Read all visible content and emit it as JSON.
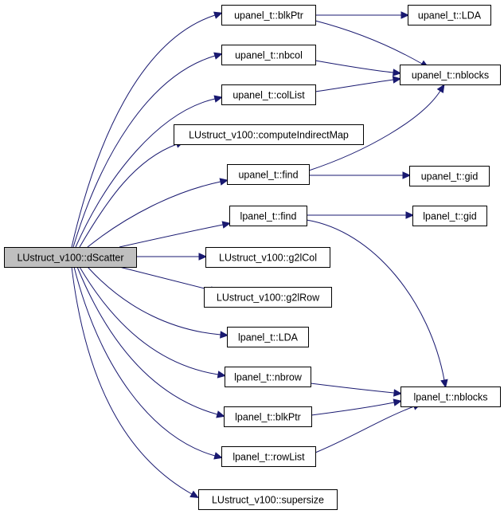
{
  "graph": {
    "root": "LUstruct_v100::dScatter",
    "nodes": [
      {
        "id": "root",
        "label": "LUstruct_v100::dScatter"
      },
      {
        "id": "u_blkptr",
        "label": "upanel_t::blkPtr"
      },
      {
        "id": "u_lda",
        "label": "upanel_t::LDA"
      },
      {
        "id": "u_nbcol",
        "label": "upanel_t::nbcol"
      },
      {
        "id": "u_nblocks",
        "label": "upanel_t::nblocks"
      },
      {
        "id": "u_collist",
        "label": "upanel_t::colList"
      },
      {
        "id": "compute",
        "label": "LUstruct_v100::computeIndirectMap"
      },
      {
        "id": "u_find",
        "label": "upanel_t::find"
      },
      {
        "id": "u_gid",
        "label": "upanel_t::gid"
      },
      {
        "id": "l_find",
        "label": "lpanel_t::find"
      },
      {
        "id": "l_gid",
        "label": "lpanel_t::gid"
      },
      {
        "id": "g2lcol",
        "label": "LUstruct_v100::g2lCol"
      },
      {
        "id": "g2lrow",
        "label": "LUstruct_v100::g2lRow"
      },
      {
        "id": "l_lda",
        "label": "lpanel_t::LDA"
      },
      {
        "id": "l_nbrow",
        "label": "lpanel_t::nbrow"
      },
      {
        "id": "l_nblocks",
        "label": "lpanel_t::nblocks"
      },
      {
        "id": "l_blkptr",
        "label": "lpanel_t::blkPtr"
      },
      {
        "id": "l_rowlist",
        "label": "lpanel_t::rowList"
      },
      {
        "id": "supersize",
        "label": "LUstruct_v100::supersize"
      }
    ],
    "edges": [
      [
        "root",
        "u_blkptr"
      ],
      [
        "root",
        "u_nbcol"
      ],
      [
        "root",
        "u_collist"
      ],
      [
        "root",
        "compute"
      ],
      [
        "root",
        "u_find"
      ],
      [
        "root",
        "l_find"
      ],
      [
        "root",
        "g2lcol"
      ],
      [
        "root",
        "g2lrow"
      ],
      [
        "root",
        "l_lda"
      ],
      [
        "root",
        "l_nbrow"
      ],
      [
        "root",
        "l_blkptr"
      ],
      [
        "root",
        "l_rowlist"
      ],
      [
        "root",
        "supersize"
      ],
      [
        "u_blkptr",
        "u_lda"
      ],
      [
        "u_blkptr",
        "u_nblocks"
      ],
      [
        "u_nbcol",
        "u_nblocks"
      ],
      [
        "u_collist",
        "u_nblocks"
      ],
      [
        "u_find",
        "u_nblocks"
      ],
      [
        "u_find",
        "u_gid"
      ],
      [
        "l_find",
        "l_gid"
      ],
      [
        "l_find",
        "l_nblocks"
      ],
      [
        "l_nbrow",
        "l_nblocks"
      ],
      [
        "l_blkptr",
        "l_nblocks"
      ],
      [
        "l_rowlist",
        "l_nblocks"
      ]
    ],
    "colors": {
      "edge": "#191970",
      "root_fill": "#bfbfbf",
      "node_fill": "#ffffff",
      "border": "#000000"
    }
  }
}
